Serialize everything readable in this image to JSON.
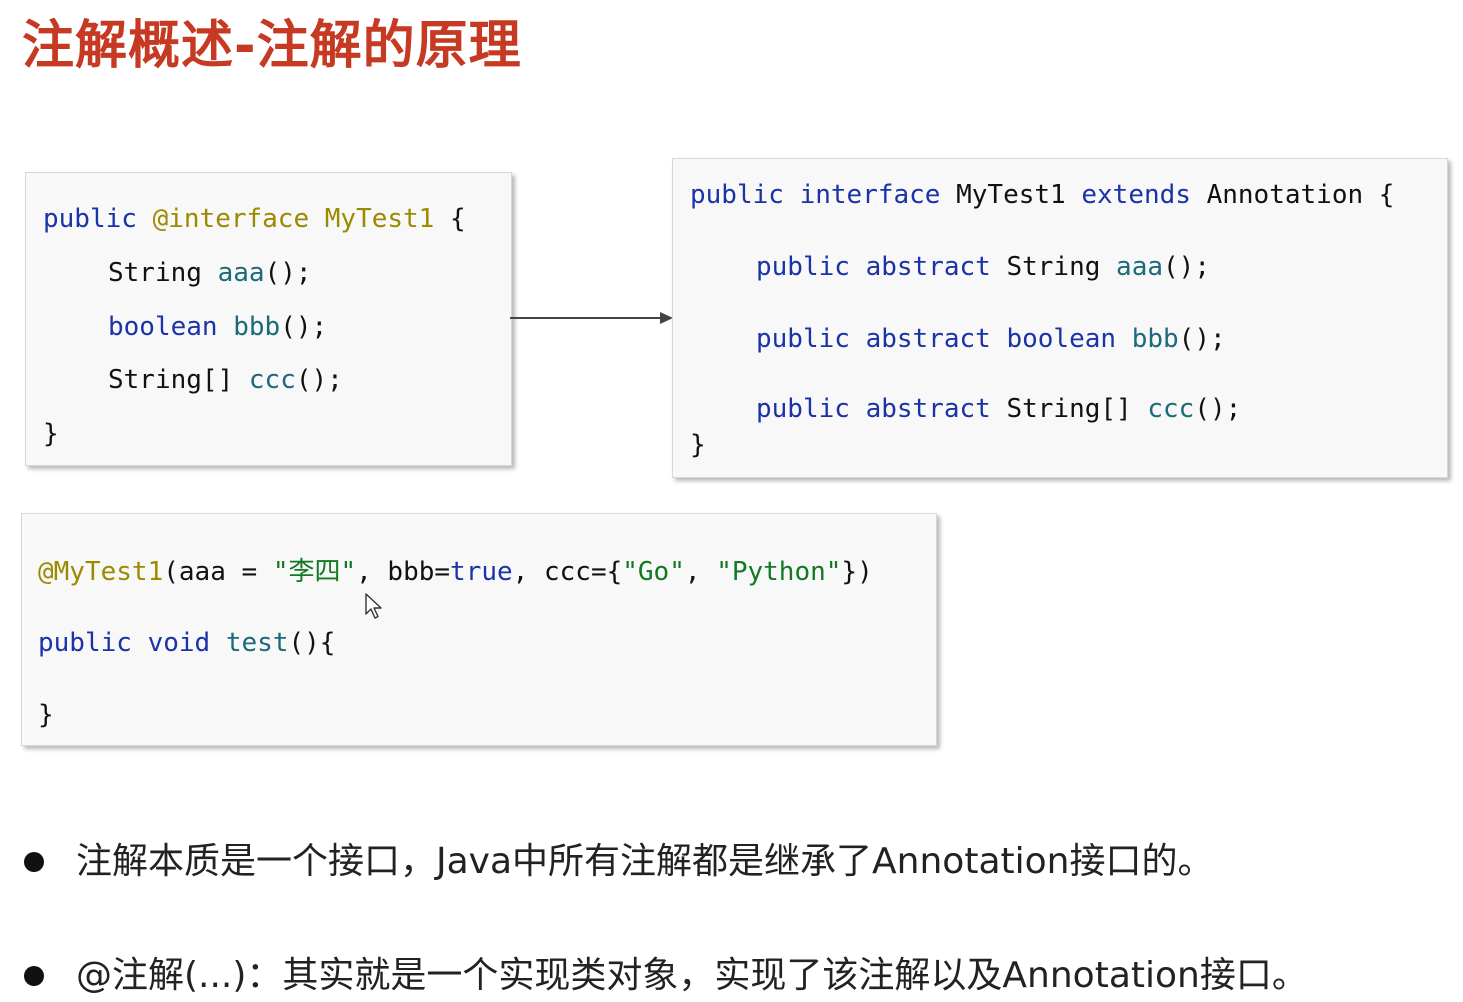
{
  "title": "注解概述-注解的原理",
  "left_box": {
    "l1": {
      "kw": "public",
      "ann": "@interface MyTest1",
      "brace": " {"
    },
    "l2": {
      "type": "String",
      "method": "aaa",
      "tail": "();"
    },
    "l3": {
      "type": "boolean",
      "method": "bbb",
      "tail": "();"
    },
    "l4": {
      "type": "String[]",
      "method": "ccc",
      "tail": "();"
    },
    "l5": {
      "brace": "}"
    }
  },
  "right_box": {
    "l1": {
      "kw1": "public",
      "kw2": "interface",
      "name": "MyTest1",
      "kw3": "extends",
      "parent": "Annotation {"
    },
    "l2": {
      "kw1": "public",
      "kw2": "abstract",
      "type": "String",
      "method": "aaa",
      "tail": "();"
    },
    "l3": {
      "kw1": "public",
      "kw2": "abstract",
      "type": "boolean",
      "method": "bbb",
      "tail": "();"
    },
    "l4": {
      "kw1": "public",
      "kw2": "abstract",
      "type": "String[]",
      "method": "ccc",
      "tail": "();"
    },
    "l5": {
      "brace": "}"
    }
  },
  "usage_box": {
    "l1": {
      "ann": "@MyTest1",
      "p1": "(aaa = ",
      "s1": "\"李四\"",
      "p2": ", bbb=",
      "kwtrue": "true",
      "p3": ", ccc={",
      "s2": "\"Go\"",
      "p4": ", ",
      "s3": "\"Python\"",
      "p5": "})"
    },
    "l2": {
      "kw1": "public",
      "kw2": "void",
      "method": "test",
      "tail": "(){"
    },
    "l3": {
      "brace": "}"
    }
  },
  "bullets": [
    "注解本质是一个接口，Java中所有注解都是继承了Annotation接口的。",
    "@注解(...)：其实就是一个实现类对象，实现了该注解以及Annotation接口。"
  ],
  "colors": {
    "title": "#c63a23",
    "keyword": "#1b33a6",
    "annotation": "#9c8a00",
    "method": "#1c6a7a",
    "string": "#127a23"
  }
}
